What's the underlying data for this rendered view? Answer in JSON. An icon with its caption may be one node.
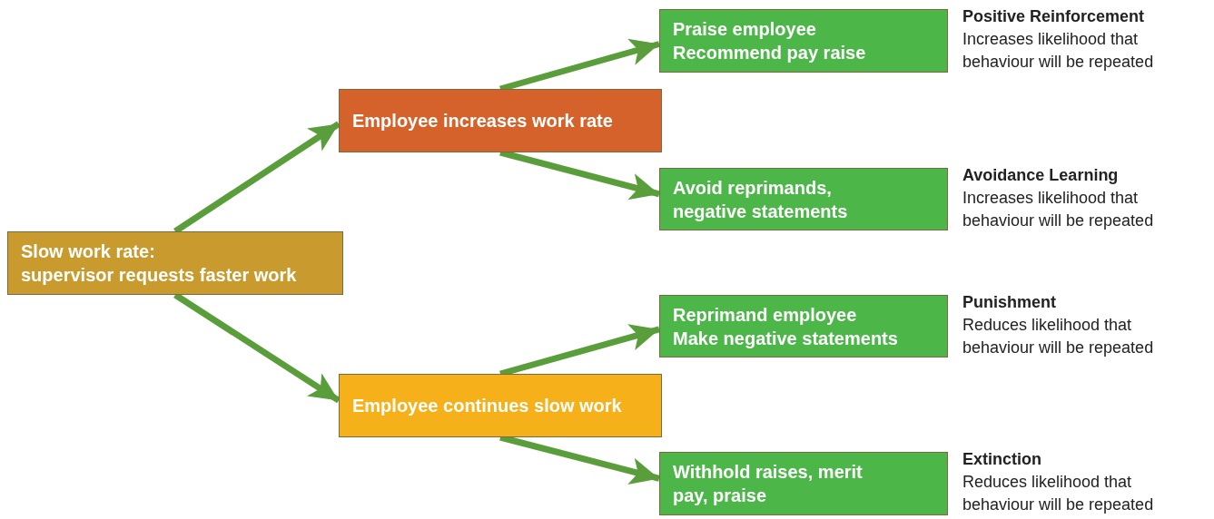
{
  "diagram": {
    "nodes": [
      {
        "text": [
          "Slow work rate:",
          "supervisor requests faster work"
        ]
      },
      {
        "text": [
          "Employee increases work rate"
        ]
      },
      {
        "text": [
          "Praise employee",
          "Recommend pay raise"
        ],
        "beside": [
          "Positive Reinforcement",
          "Increases likelihood that behaviour will be repeated"
        ]
      },
      {
        "text": [
          "Avoid reprimands, negative statements"
        ],
        "beside": [
          "Avoidance Learning",
          "Increases likelihood that behaviour will be repeated"
        ]
      },
      {
        "text": [
          "Employee continues slow work"
        ]
      },
      {
        "text": [
          "Reprimand employee",
          "Make negative statements"
        ],
        "beside": [
          "Punishment",
          "Reduces likelihood that behaviour will be repeated"
        ]
      },
      {
        "text": [
          "Withhold raises, merit pay, praise"
        ],
        "beside": [
          "Extinction",
          "Reduces likelihood that behaviour will be repeated"
        ]
      }
    ],
    "edges": [
      {
        "from": 0,
        "to": 1,
        "arrow": "to"
      },
      {
        "from": 0,
        "to": 4,
        "arrow": "to"
      },
      {
        "from": 1,
        "to": 2,
        "arrow": "to"
      },
      {
        "from": 1,
        "to": 3,
        "arrow": "to"
      },
      {
        "from": 4,
        "to": 5,
        "arrow": "to"
      },
      {
        "from": 4,
        "to": 6,
        "arrow": "to"
      }
    ]
  }
}
